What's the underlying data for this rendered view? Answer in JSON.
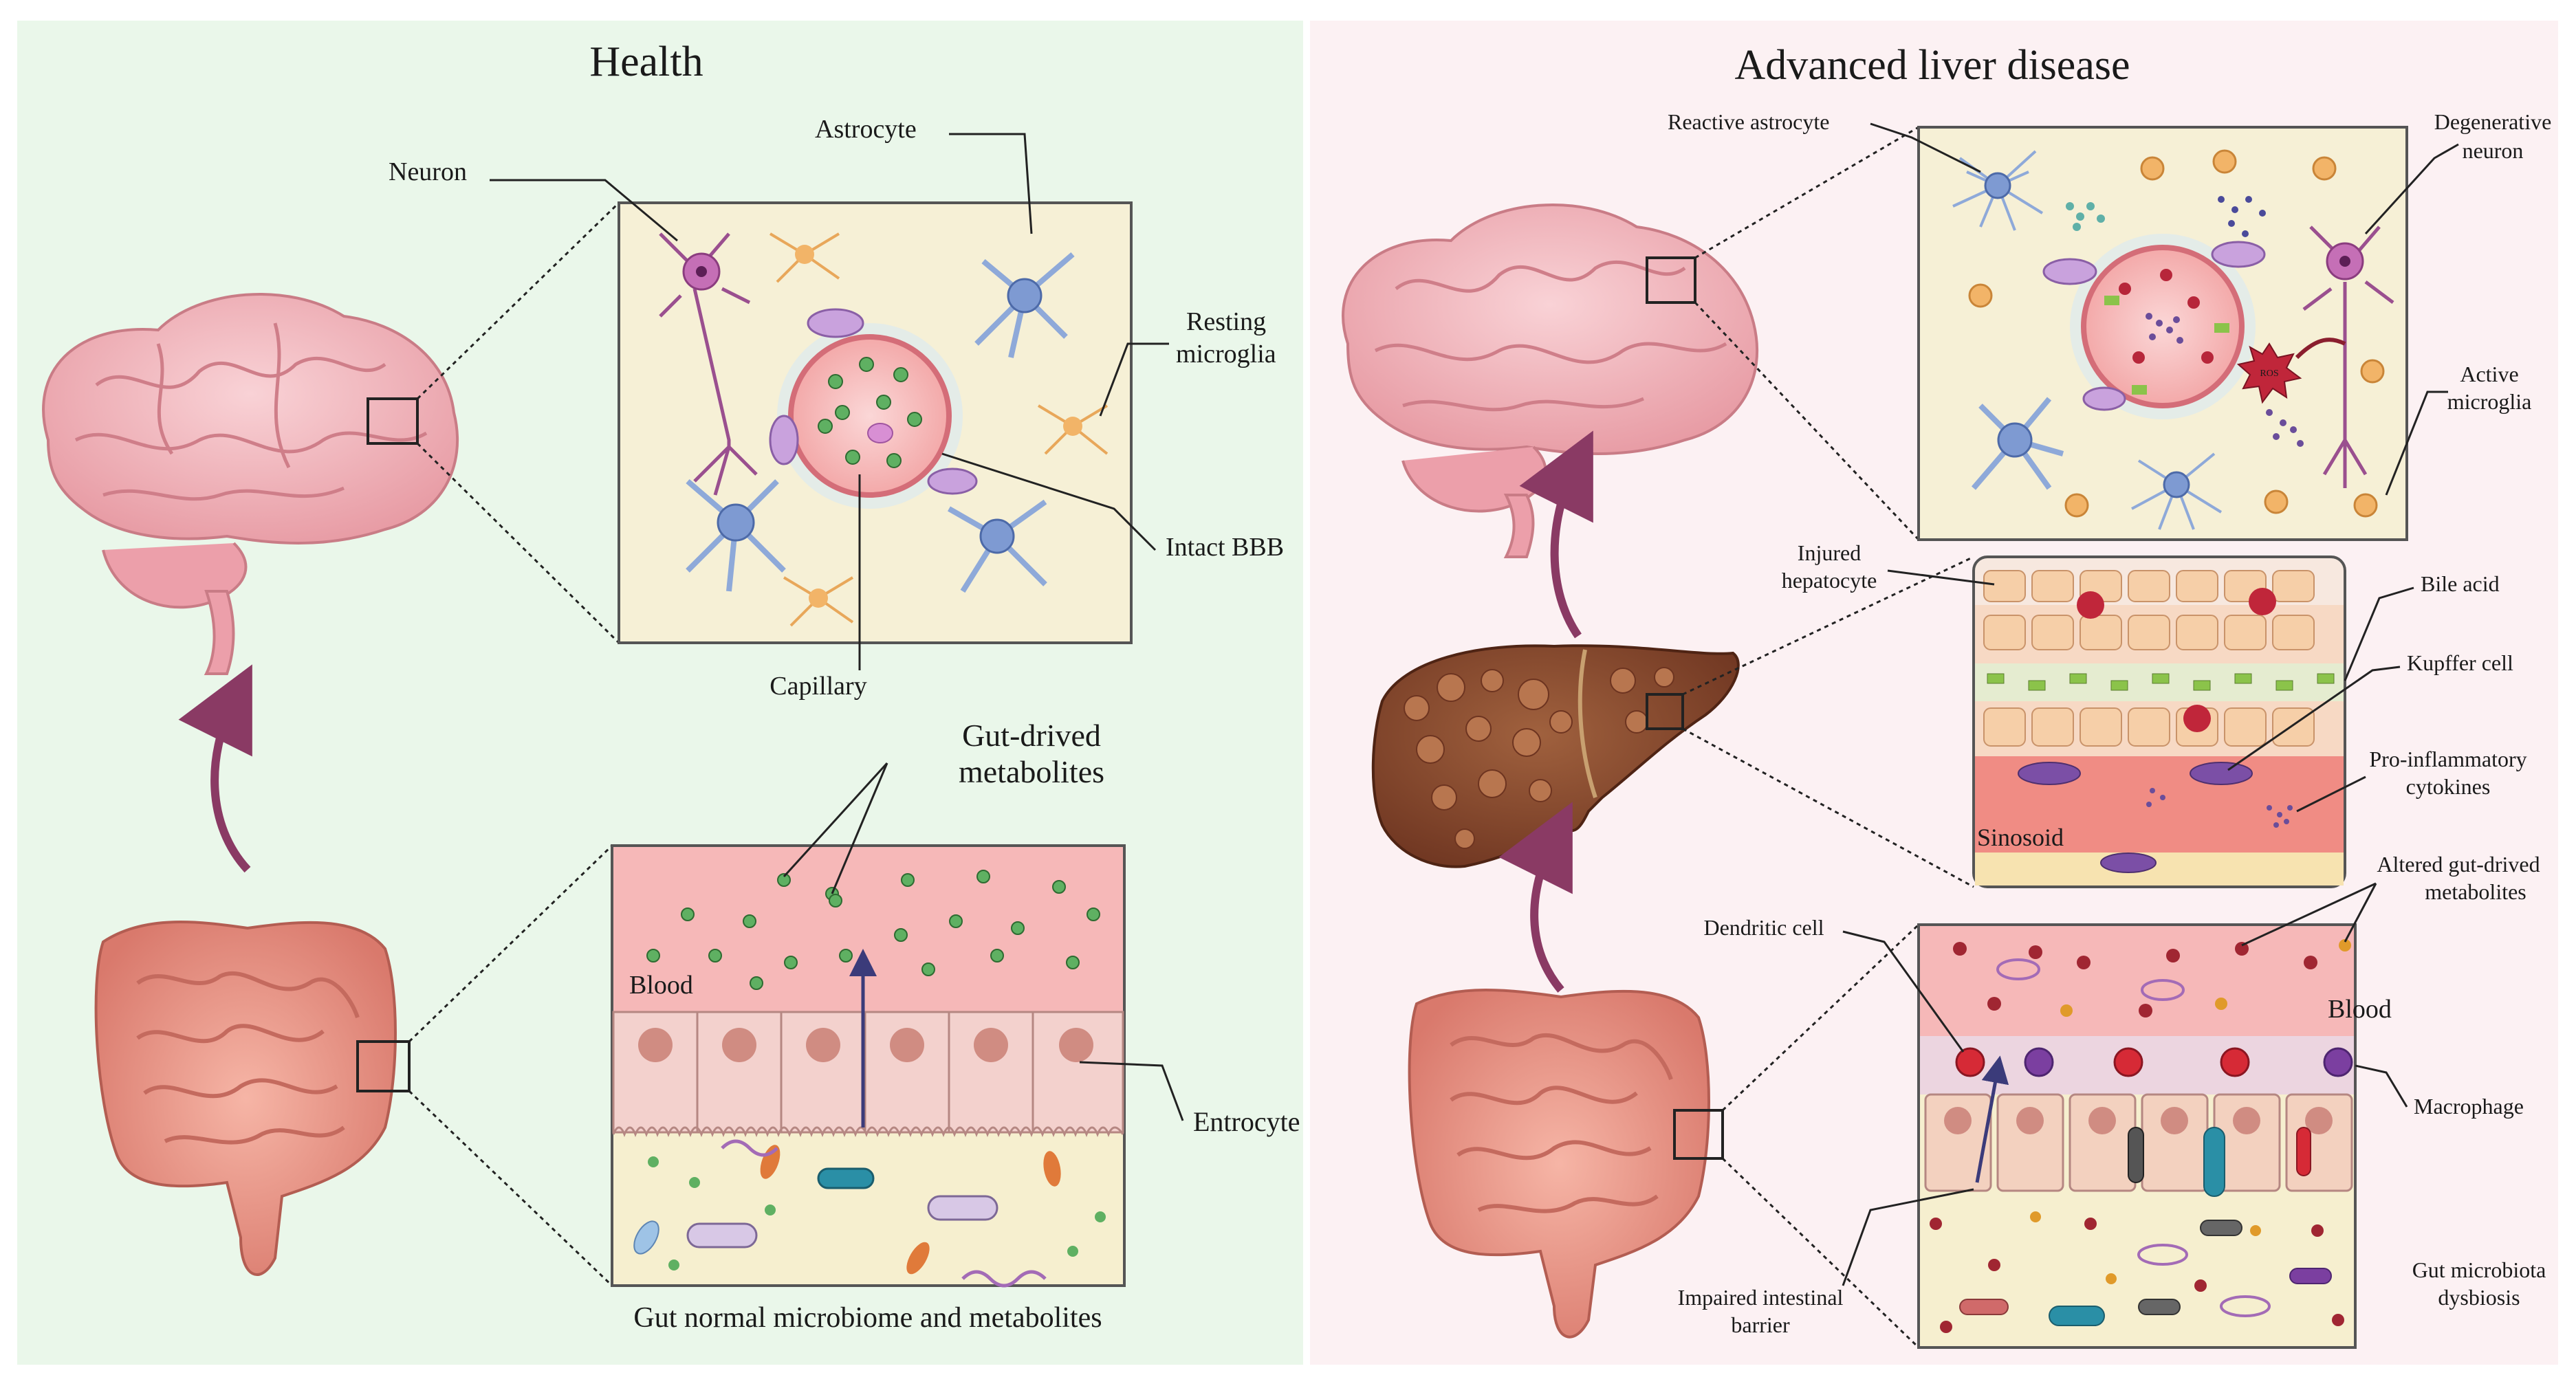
{
  "left_panel": {
    "title": "Health",
    "labels": {
      "neuron": "Neuron",
      "astrocyte": "Astrocyte",
      "resting_microglia": [
        "Resting",
        "microglia"
      ],
      "intact_bbb": "Intact BBB",
      "capillary": "Capillary",
      "gut_metabolites": [
        "Gut-drived",
        "metabolites"
      ],
      "blood": "Blood",
      "entrocyte": "Entrocyte",
      "gut_caption": "Gut normal microbiome and metabolites"
    }
  },
  "right_panel": {
    "title": "Advanced liver disease",
    "labels": {
      "reactive_astrocyte": "Reactive astrocyte",
      "degenerative_neuron": [
        "Degenerative",
        "neuron"
      ],
      "active_microglia": [
        "Active",
        "microglia"
      ],
      "injured_hepatocyte": [
        "Injured",
        "hepatocyte"
      ],
      "bile_acid": "Bile acid",
      "kupffer_cell": "Kupffer cell",
      "pro_inflammatory": [
        "Pro-inflammatory",
        "cytokines"
      ],
      "sinosoid": "Sinosoid",
      "altered_metabolites": [
        "Altered gut-drived",
        "metabolites"
      ],
      "dendritic_cell": "Dendritic cell",
      "blood": "Blood",
      "macrophage": "Macrophage",
      "impaired_barrier": [
        "Impaired intestinal",
        "barrier"
      ],
      "dysbiosis": [
        "Gut microbiota",
        "dysbiosis"
      ],
      "ros": "ROS"
    }
  },
  "colors": {
    "left_bg": "#eaf7ea",
    "right_bg": "#fcf1f3",
    "inset_bg": "#f6f0d6",
    "arrow": "#8a3a64",
    "brain": "#f2b7bd",
    "liver": "#8a4a32",
    "gut": "#e5948a"
  }
}
